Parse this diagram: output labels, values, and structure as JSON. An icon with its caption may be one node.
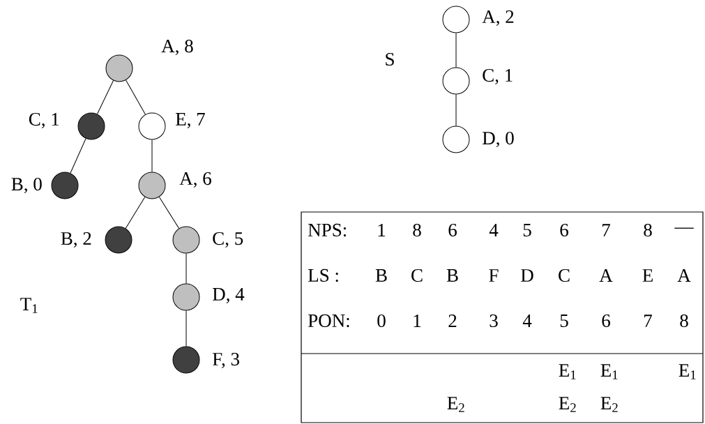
{
  "diagram": {
    "nodes": [
      {
        "text": [],
        "shape": "circle",
        "beside": [
          "A, 8"
        ]
      },
      {
        "text": [],
        "shape": "circle",
        "beside": [
          "C, 1"
        ]
      },
      {
        "text": [],
        "shape": "circle",
        "beside": [
          "E, 7"
        ]
      },
      {
        "text": [],
        "shape": "circle",
        "beside": [
          "B, 0"
        ]
      },
      {
        "text": [],
        "shape": "circle",
        "beside": [
          "A, 6"
        ]
      },
      {
        "text": [],
        "shape": "circle",
        "beside": [
          "B, 2"
        ]
      },
      {
        "text": [],
        "shape": "circle",
        "beside": [
          "C, 5"
        ]
      },
      {
        "text": [],
        "shape": "circle",
        "beside": [
          "D, 4"
        ]
      },
      {
        "text": [],
        "shape": "circle",
        "beside": [
          "F, 3"
        ]
      },
      {
        "text": [],
        "shape": "circle",
        "beside": [
          "A, 2"
        ]
      },
      {
        "text": [],
        "shape": "circle",
        "beside": [
          "C, 1"
        ]
      },
      {
        "text": [],
        "shape": "circle",
        "beside": [
          "D, 0"
        ]
      }
    ],
    "edges": [
      {
        "from": 0,
        "to": 1,
        "arrow": "none"
      },
      {
        "from": 0,
        "to": 2,
        "arrow": "none"
      },
      {
        "from": 1,
        "to": 3,
        "arrow": "none"
      },
      {
        "from": 2,
        "to": 4,
        "arrow": "none"
      },
      {
        "from": 4,
        "to": 5,
        "arrow": "none"
      },
      {
        "from": 4,
        "to": 6,
        "arrow": "none"
      },
      {
        "from": 6,
        "to": 7,
        "arrow": "none"
      },
      {
        "from": 7,
        "to": 8,
        "arrow": "none"
      },
      {
        "from": 9,
        "to": 10,
        "arrow": "none"
      },
      {
        "from": 10,
        "to": 11,
        "arrow": "none"
      }
    ],
    "labels": [
      "S",
      "T$_{1}$",
      "NPS:",
      "1",
      "8",
      "6",
      "4",
      "5",
      "6",
      "7",
      "8",
      "—",
      "LS :",
      "B",
      "C",
      "B",
      "F",
      "D",
      "C",
      "A",
      "E",
      "A",
      "PON:",
      "0",
      "1",
      "2",
      "3",
      "4",
      "5",
      "6",
      "7",
      "8",
      "E$_{1}$",
      "E$_{1}$",
      "E$_{1}$",
      "E$_{2}$",
      "E$_{2}$",
      "E$_{2}$"
    ]
  }
}
